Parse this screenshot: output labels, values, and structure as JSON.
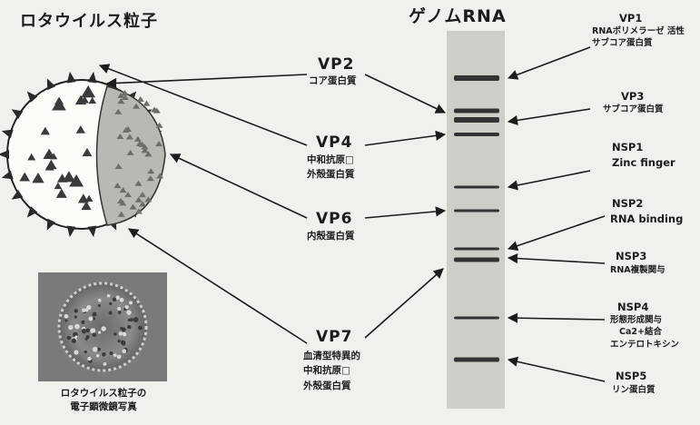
{
  "title": "ロタウイルス粒子",
  "genome_title": "ゲノムRNA",
  "em_caption": [
    "ロタウイルス粒子の",
    "電子顕微鏡写真"
  ],
  "center_labels": [
    {
      "id": "vp2",
      "name": "VP2",
      "desc": [
        "コア蛋白質"
      ]
    },
    {
      "id": "vp4",
      "name": "VP4",
      "desc": [
        "中和抗原□",
        "外殻蛋白質"
      ]
    },
    {
      "id": "vp6",
      "name": "VP6",
      "desc": [
        "内殻蛋白質"
      ]
    },
    {
      "id": "vp7",
      "name": "VP7",
      "desc": [
        "血清型特異的",
        "中和抗原□",
        "外殻蛋白質"
      ]
    }
  ],
  "right_labels": [
    {
      "id": "vp1",
      "lines": [
        "VP1",
        "RNAポリメラーゼ 活性",
        "サブコア蛋白質"
      ]
    },
    {
      "id": "vp3",
      "lines": [
        "VP3",
        "サブコア蛋白質"
      ]
    },
    {
      "id": "nsp1",
      "lines": [
        "NSP1",
        "Zinc finger"
      ]
    },
    {
      "id": "nsp2",
      "lines": [
        "NSP2",
        "RNA binding"
      ]
    },
    {
      "id": "nsp3",
      "lines": [
        "NSP3",
        "RNA複製関与"
      ]
    },
    {
      "id": "nsp4",
      "lines": [
        "NSP4",
        "形態形成関与",
        "Ca2+結合",
        "エンテロトキシン"
      ]
    },
    {
      "id": "nsp5",
      "lines": [
        "NSP5",
        "リン蛋白質"
      ]
    }
  ],
  "colors": {
    "ink": "#1c1c1c",
    "paper": "#f1f0ec",
    "gel": "#cfcdc7",
    "band": "#333333"
  }
}
